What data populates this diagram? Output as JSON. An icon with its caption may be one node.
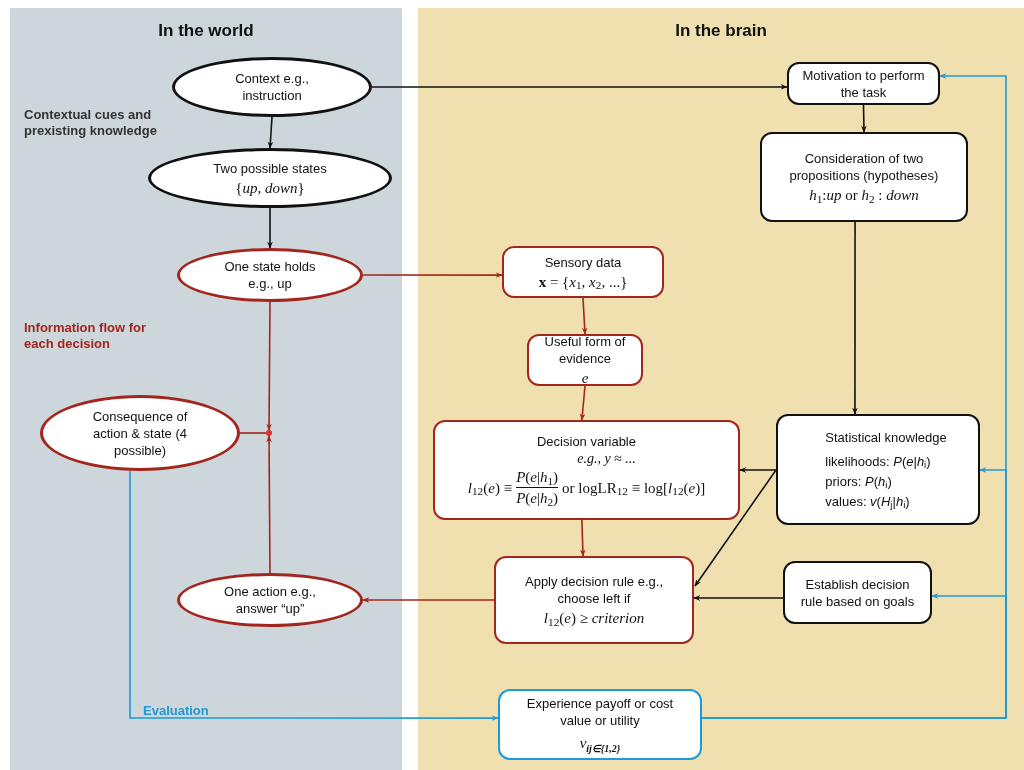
{
  "diagram": {
    "nodes": [
      {
        "text": [
          "In the world"
        ]
      },
      {
        "text": [
          "In the brain"
        ]
      },
      {
        "text": [
          "Context e.g., instruction"
        ],
        "in": 0
      },
      {
        "text": [
          "Two possible states",
          "{*up*, *down*}"
        ],
        "in": 0
      },
      {
        "text": [
          "One state holds e.g., up"
        ],
        "in": 0
      },
      {
        "text": [
          "Consequence of action & state (4 possible)"
        ],
        "in": 0
      },
      {
        "text": [
          "One action e.g., answer “up”"
        ],
        "in": 0
      },
      {
        "text": [
          "Motivation to perform the task"
        ],
        "in": 1
      },
      {
        "text": [
          "Consideration of two propositions (hypotheses)",
          "*h*$_{1}$:*up* or *h*$_{2}$ : *down*"
        ],
        "in": 1
      },
      {
        "text": [
          "Sensory data",
          "**x** = {*x*$_{1}$, *x*$_{2}$, ...}"
        ],
        "in": 1
      },
      {
        "text": [
          "Useful form of evidence",
          "*e*"
        ],
        "in": 1
      },
      {
        "text": [
          "Decision variable",
          "e.g., y ≈ ...",
          "*l*$_{12}$(*e*) ≡",
          "*P*(*e*|*h*$_{1}$)",
          "*P*(*e*|*h*$_{2}$)",
          "or logLR$_{12}$ ≡ log[*l*$_{12}$(*e*)]"
        ],
        "in": 1
      },
      {
        "text": [
          "Statistical knowledge",
          "likelihoods: *P*(*e*|*h*$_{i}$)",
          "priors: *P*(*h*$_{i}$)",
          "values: *v*(*H*$_{j}$|*h*$_{i}$)"
        ],
        "in": 1
      },
      {
        "text": [
          "Apply decision rule e.g., choose left if",
          "*l*$_{12}$(*e*) ≥ *criterion*"
        ],
        "in": 1
      },
      {
        "text": [
          "Establish decision rule based on goals"
        ],
        "in": 1
      },
      {
        "text": [
          "Experience payoff or cost value or utility",
          "*v*",
          "ij∈{1,2}"
        ],
        "in": 1
      },
      {
        "text": [],
        "shape": "circle",
        "in": 0
      }
    ],
    "edges": [
      {
        "from": 2,
        "to": 7,
        "arrow": "to"
      },
      {
        "from": 2,
        "to": 3,
        "arrow": "to"
      },
      {
        "from": 3,
        "to": 4,
        "arrow": "to"
      },
      {
        "from": 4,
        "to": 9,
        "arrow": "to",
        "color": "#a3261e"
      },
      {
        "from": 9,
        "to": 10,
        "arrow": "to",
        "color": "#a3261e"
      },
      {
        "from": 10,
        "to": 11,
        "arrow": "to",
        "color": "#a3261e"
      },
      {
        "from": 11,
        "to": 13,
        "arrow": "to",
        "color": "#a3261e"
      },
      {
        "from": 13,
        "to": 6,
        "arrow": "to",
        "color": "#a3261e"
      },
      {
        "from": 4,
        "to": 16,
        "arrow": "to",
        "color": "#a3261e"
      },
      {
        "from": 6,
        "to": 16,
        "arrow": "to",
        "color": "#a3261e"
      },
      {
        "from": 16,
        "to": 5,
        "arrow": "none",
        "color": "#a3261e"
      },
      {
        "from": 7,
        "to": 8,
        "arrow": "to"
      },
      {
        "from": 8,
        "to": 12,
        "arrow": "to"
      },
      {
        "from": 12,
        "to": 11,
        "arrow": "to"
      },
      {
        "from": 12,
        "to": 13,
        "arrow": "to"
      },
      {
        "from": 14,
        "to": 13,
        "arrow": "to"
      },
      {
        "from": 5,
        "to": 15,
        "arrow": "to",
        "color": "#1e9ad6"
      },
      {
        "from": 15,
        "to": 7,
        "arrow": "to",
        "color": "#1e9ad6"
      },
      {
        "from": 15,
        "to": 12,
        "arrow": "to",
        "color": "#1e9ad6"
      },
      {
        "from": 15,
        "to": 14,
        "arrow": "to",
        "color": "#1e9ad6"
      }
    ],
    "labels": [
      "Contextual cues and prexisting knowledge",
      "Information flow for each decision",
      "Evaluation"
    ]
  }
}
